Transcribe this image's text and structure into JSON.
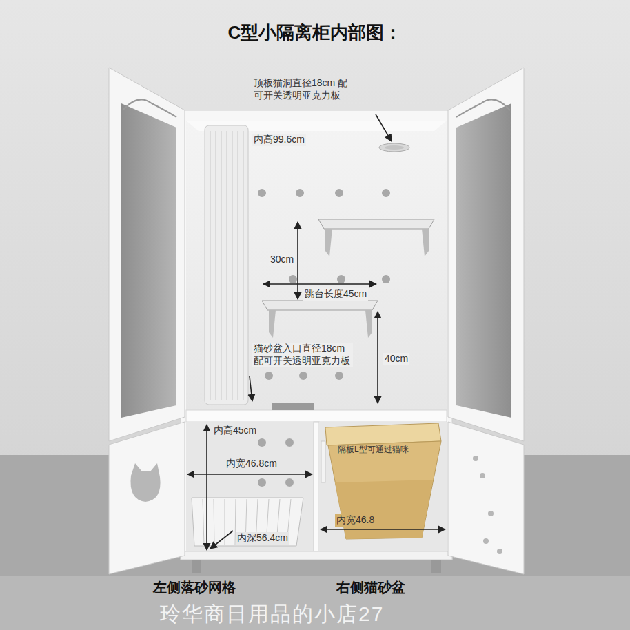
{
  "diagram": {
    "title": "C型小隔离柜内部图：",
    "labels": [
      "顶板猫洞直径18cm 配可开关透明亚克力板",
      "内高99.6cm",
      "30cm",
      "跳台长度45cm",
      "猫砂盆入口直径18cm 配可开关透明亚克力板",
      "40cm",
      "内高45cm",
      "内宽46.8cm",
      "隔板L型可通过猫咪",
      "内深56.4cm",
      "内宽46.8",
      "左侧落砂网格",
      "右侧猫砂盆",
      "玲华商日用品的小店27"
    ]
  }
}
